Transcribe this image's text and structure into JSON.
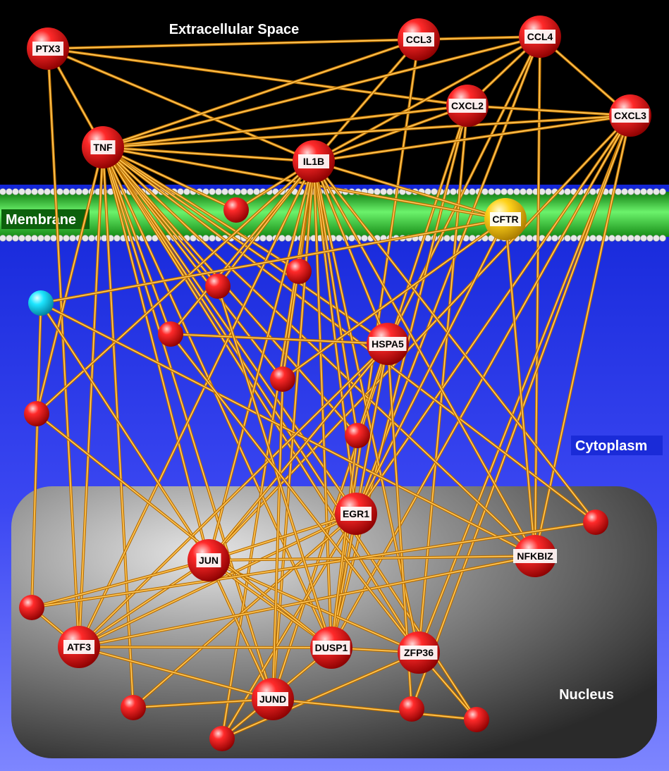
{
  "regions": {
    "extracellular": "Extracellular Space",
    "membrane": "Membrane",
    "cytoplasm": "Cytoplasm",
    "nucleus": "Nucleus"
  },
  "colors": {
    "extracellular_bg": "#000000",
    "membrane_green": "#33cc33",
    "cytoplasm_blue": "#1f2ff0",
    "nucleus_gray": "#6e6e6e",
    "edge": "#f5a623",
    "node_red": "#e00000",
    "node_yellow": "#f5c400",
    "node_cyan": "#00d8f0"
  },
  "nodes": [
    {
      "id": "PTX3",
      "label": "PTX3",
      "color": "red"
    },
    {
      "id": "CCL3",
      "label": "CCL3",
      "color": "red"
    },
    {
      "id": "CCL4",
      "label": "CCL4",
      "color": "red"
    },
    {
      "id": "CXCL2",
      "label": "CXCL2",
      "color": "red"
    },
    {
      "id": "CXCL3",
      "label": "CXCL3",
      "color": "red"
    },
    {
      "id": "TNF",
      "label": "TNF",
      "color": "red"
    },
    {
      "id": "IL1B",
      "label": "IL1B",
      "color": "red"
    },
    {
      "id": "CFTR",
      "label": "CFTR",
      "color": "yellow"
    },
    {
      "id": "HSPA5",
      "label": "HSPA5",
      "color": "red"
    },
    {
      "id": "EGR1",
      "label": "EGR1",
      "color": "red"
    },
    {
      "id": "JUN",
      "label": "JUN",
      "color": "red"
    },
    {
      "id": "NFKBIZ",
      "label": "NFKBIZ",
      "color": "red"
    },
    {
      "id": "ATF3",
      "label": "ATF3",
      "color": "red"
    },
    {
      "id": "DUSP1",
      "label": "DUSP1",
      "color": "red"
    },
    {
      "id": "ZFP36",
      "label": "ZFP36",
      "color": "red"
    },
    {
      "id": "JUND",
      "label": "JUND",
      "color": "red"
    },
    {
      "id": "m1",
      "label": "",
      "color": "red"
    },
    {
      "id": "c1",
      "label": "",
      "color": "cyan"
    },
    {
      "id": "u1",
      "label": "",
      "color": "red"
    },
    {
      "id": "u2",
      "label": "",
      "color": "red"
    },
    {
      "id": "u3",
      "label": "",
      "color": "red"
    },
    {
      "id": "u4",
      "label": "",
      "color": "red"
    },
    {
      "id": "u5",
      "label": "",
      "color": "red"
    },
    {
      "id": "u6",
      "label": "",
      "color": "red"
    },
    {
      "id": "u7",
      "label": "",
      "color": "red"
    },
    {
      "id": "n1",
      "label": "",
      "color": "red"
    },
    {
      "id": "n2",
      "label": "",
      "color": "red"
    },
    {
      "id": "n3",
      "label": "",
      "color": "red"
    },
    {
      "id": "n4",
      "label": "",
      "color": "red"
    },
    {
      "id": "n5",
      "label": "",
      "color": "red"
    },
    {
      "id": "n6",
      "label": "",
      "color": "red"
    }
  ],
  "edges": [
    [
      "PTX3",
      "TNF"
    ],
    [
      "PTX3",
      "IL1B"
    ],
    [
      "PTX3",
      "CCL3"
    ],
    [
      "PTX3",
      "CXCL2"
    ],
    [
      "PTX3",
      "ATF3"
    ],
    [
      "CCL3",
      "TNF"
    ],
    [
      "CCL3",
      "IL1B"
    ],
    [
      "CCL3",
      "CCL4"
    ],
    [
      "CCL3",
      "DUSP1"
    ],
    [
      "CCL4",
      "TNF"
    ],
    [
      "CCL4",
      "IL1B"
    ],
    [
      "CCL4",
      "CXCL2"
    ],
    [
      "CCL4",
      "CXCL3"
    ],
    [
      "CCL4",
      "HSPA5"
    ],
    [
      "CCL4",
      "EGR1"
    ],
    [
      "CCL4",
      "NFKBIZ"
    ],
    [
      "CXCL2",
      "TNF"
    ],
    [
      "CXCL2",
      "IL1B"
    ],
    [
      "CXCL2",
      "CXCL3"
    ],
    [
      "CXCL2",
      "DUSP1"
    ],
    [
      "CXCL2",
      "ZFP36"
    ],
    [
      "CXCL2",
      "JUND"
    ],
    [
      "CXCL3",
      "TNF"
    ],
    [
      "CXCL3",
      "IL1B"
    ],
    [
      "CXCL3",
      "EGR1"
    ],
    [
      "CXCL3",
      "JUN"
    ],
    [
      "CXCL3",
      "NFKBIZ"
    ],
    [
      "CXCL3",
      "ZFP36"
    ],
    [
      "CXCL3",
      "n3"
    ],
    [
      "CXCL3",
      "DUSP1"
    ],
    [
      "TNF",
      "IL1B"
    ],
    [
      "TNF",
      "CFTR"
    ],
    [
      "TNF",
      "m1"
    ],
    [
      "TNF",
      "u1"
    ],
    [
      "TNF",
      "u2"
    ],
    [
      "TNF",
      "u3"
    ],
    [
      "TNF",
      "u4"
    ],
    [
      "TNF",
      "HSPA5"
    ],
    [
      "TNF",
      "u6"
    ],
    [
      "TNF",
      "EGR1"
    ],
    [
      "TNF",
      "JUN"
    ],
    [
      "TNF",
      "ATF3"
    ],
    [
      "TNF",
      "DUSP1"
    ],
    [
      "TNF",
      "JUND"
    ],
    [
      "TNF",
      "NFKBIZ"
    ],
    [
      "TNF",
      "n1"
    ],
    [
      "TNF",
      "n2"
    ],
    [
      "TNF",
      "n4"
    ],
    [
      "TNF",
      "ZFP36"
    ],
    [
      "TNF",
      "u5"
    ],
    [
      "IL1B",
      "CFTR"
    ],
    [
      "IL1B",
      "m1"
    ],
    [
      "IL1B",
      "u1"
    ],
    [
      "IL1B",
      "u2"
    ],
    [
      "IL1B",
      "u3"
    ],
    [
      "IL1B",
      "HSPA5"
    ],
    [
      "IL1B",
      "EGR1"
    ],
    [
      "IL1B",
      "JUN"
    ],
    [
      "IL1B",
      "ATF3"
    ],
    [
      "IL1B",
      "DUSP1"
    ],
    [
      "IL1B",
      "ZFP36"
    ],
    [
      "IL1B",
      "JUND"
    ],
    [
      "IL1B",
      "NFKBIZ"
    ],
    [
      "IL1B",
      "u4"
    ],
    [
      "IL1B",
      "u6"
    ],
    [
      "IL1B",
      "n5"
    ],
    [
      "IL1B",
      "n6"
    ],
    [
      "IL1B",
      "u5"
    ],
    [
      "IL1B",
      "n1"
    ],
    [
      "CFTR",
      "c1"
    ],
    [
      "CFTR",
      "EGR1"
    ],
    [
      "CFTR",
      "NFKBIZ"
    ],
    [
      "CFTR",
      "u4"
    ],
    [
      "c1",
      "u7"
    ],
    [
      "c1",
      "NFKBIZ"
    ],
    [
      "c1",
      "JUN"
    ],
    [
      "HSPA5",
      "u5"
    ],
    [
      "HSPA5",
      "ATF3"
    ],
    [
      "HSPA5",
      "JUN"
    ],
    [
      "HSPA5",
      "DUSP1"
    ],
    [
      "HSPA5",
      "n3"
    ],
    [
      "HSPA5",
      "u3"
    ],
    [
      "EGR1",
      "JUN"
    ],
    [
      "EGR1",
      "ATF3"
    ],
    [
      "EGR1",
      "DUSP1"
    ],
    [
      "EGR1",
      "n2"
    ],
    [
      "EGR1",
      "n5"
    ],
    [
      "JUN",
      "NFKBIZ"
    ],
    [
      "JUN",
      "ATF3"
    ],
    [
      "JUN",
      "DUSP1"
    ],
    [
      "JUN",
      "ZFP36"
    ],
    [
      "JUN",
      "JUND"
    ],
    [
      "NFKBIZ",
      "ATF3"
    ],
    [
      "ATF3",
      "DUSP1"
    ],
    [
      "ATF3",
      "JUND"
    ],
    [
      "ATF3",
      "u7"
    ],
    [
      "DUSP1",
      "ZFP36"
    ],
    [
      "DUSP1",
      "n5"
    ],
    [
      "DUSP1",
      "u6"
    ],
    [
      "ZFP36",
      "n5"
    ],
    [
      "ZFP36",
      "n4"
    ],
    [
      "u7",
      "JUN"
    ],
    [
      "u7",
      "n1"
    ],
    [
      "u4",
      "JUND"
    ],
    [
      "u2",
      "DUSP1"
    ],
    [
      "u3",
      "ZFP36"
    ],
    [
      "u5",
      "DUSP1"
    ],
    [
      "n4",
      "n6"
    ],
    [
      "n4",
      "JUND"
    ],
    [
      "n2",
      "JUND"
    ]
  ]
}
